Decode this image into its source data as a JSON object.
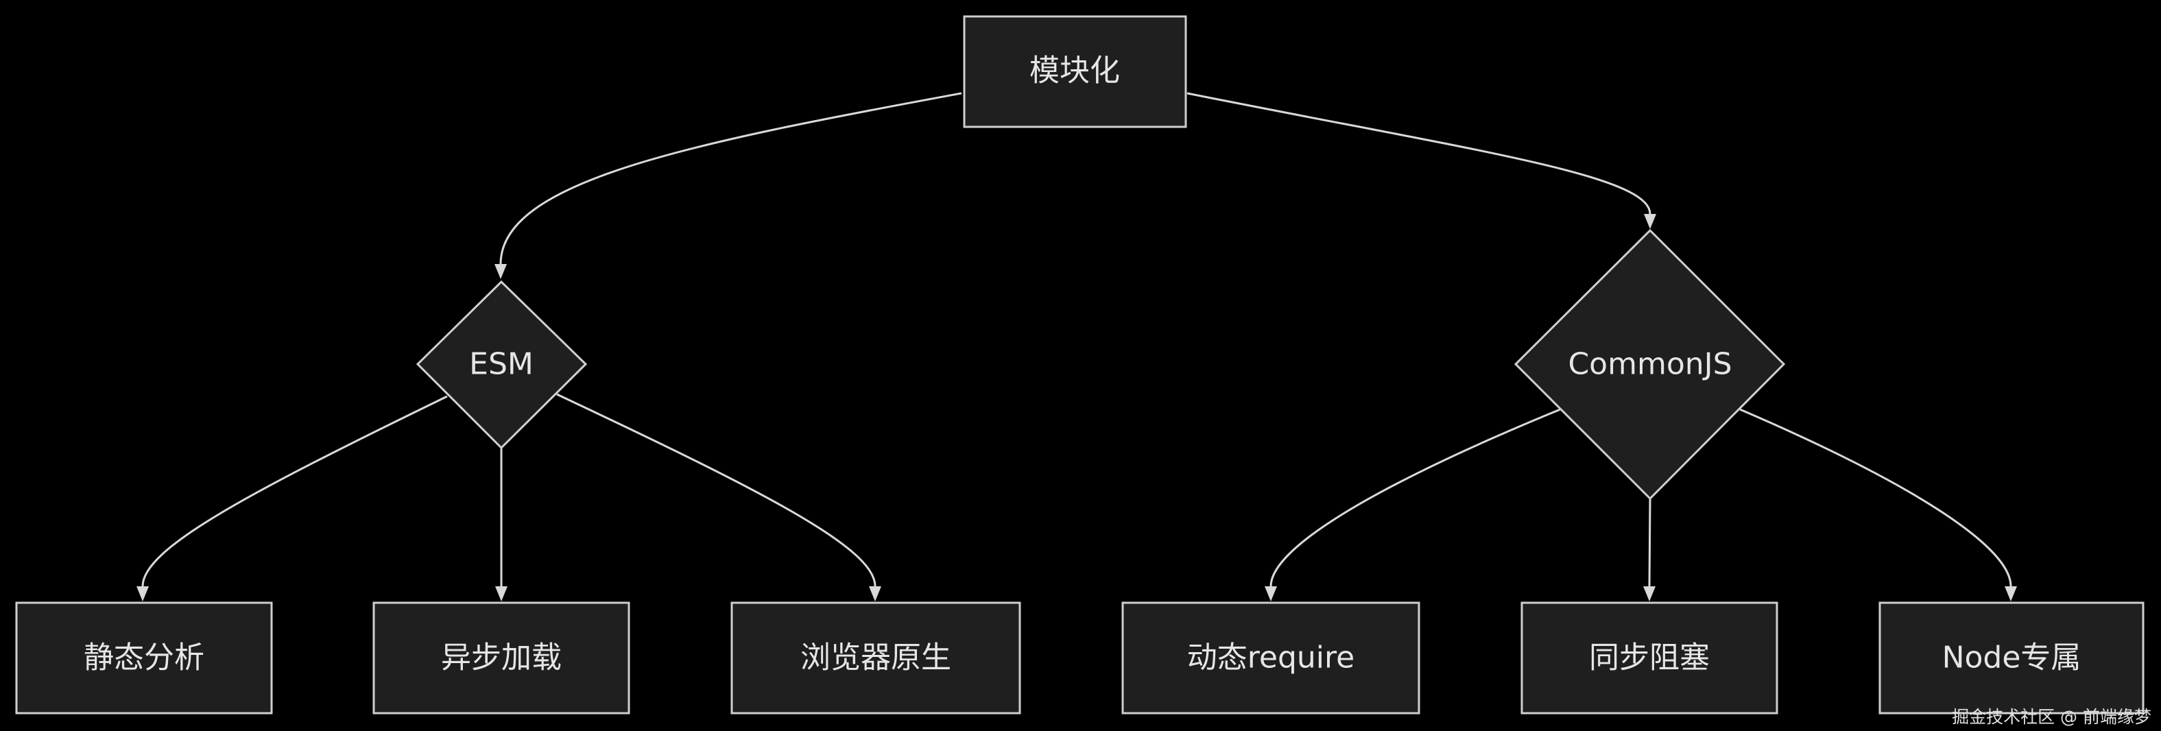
{
  "diagram": {
    "type": "flowchart-tree",
    "nodes": {
      "root": "模块化",
      "esm": "ESM",
      "commonjs": "CommonJS",
      "esm_static": "静态分析",
      "esm_async": "异步加载",
      "esm_native": "浏览器原生",
      "cjs_dynamic": "动态require",
      "cjs_sync": "同步阻塞",
      "cjs_node": "Node专属"
    },
    "edges": [
      [
        "root",
        "esm"
      ],
      [
        "root",
        "commonjs"
      ],
      [
        "esm",
        "esm_static"
      ],
      [
        "esm",
        "esm_async"
      ],
      [
        "esm",
        "esm_native"
      ],
      [
        "commonjs",
        "cjs_dynamic"
      ],
      [
        "commonjs",
        "cjs_sync"
      ],
      [
        "commonjs",
        "cjs_node"
      ]
    ]
  },
  "watermark": "掘金技术社区 @ 前端缘梦",
  "colors": {
    "background": "#000000",
    "node_fill": "#1f1f1f",
    "node_stroke": "#cfcfcf",
    "text": "#e6e6e6",
    "edge": "#d9d9d9"
  }
}
